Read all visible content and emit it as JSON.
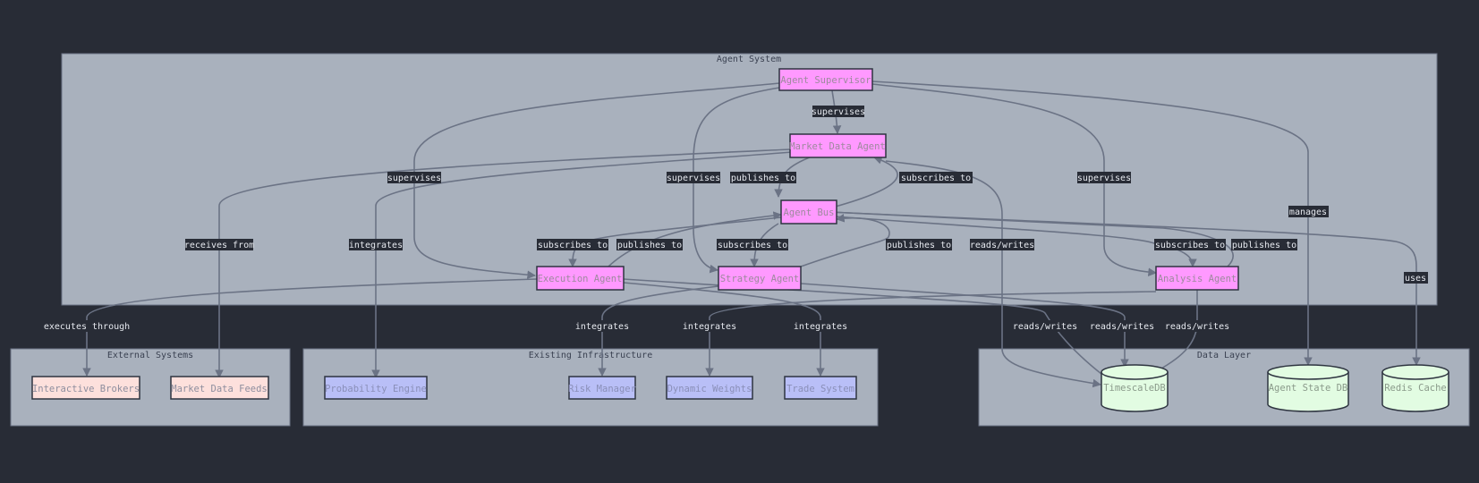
{
  "clusters": {
    "agent_system": "Agent System",
    "external_systems": "External Systems",
    "existing_infrastructure": "Existing Infrastructure",
    "data_layer": "Data Layer"
  },
  "nodes": {
    "agent_supervisor": "Agent Supervisor",
    "market_data_agent": "Market Data Agent",
    "agent_bus": "Agent Bus",
    "execution_agent": "Execution Agent",
    "strategy_agent": "Strategy Agent",
    "analysis_agent": "Analysis Agent",
    "interactive_brokers": "Interactive Brokers",
    "market_data_feeds": "Market Data Feeds",
    "probability_engine": "Probability Engine",
    "risk_manager": "Risk Manager",
    "dynamic_weights": "Dynamic Weights",
    "trade_system": "Trade System",
    "timescaledb": "TimescaleDB",
    "agent_state_db": "Agent State DB",
    "redis_cache": "Redis Cache"
  },
  "edges": {
    "sup_mda": "supervises",
    "sup_exec": "supervises",
    "sup_strat": "supervises",
    "sup_anal": "supervises",
    "sup_state": "manages",
    "mda_bus_pub": "publishes to",
    "bus_mda_sub": "subscribes to",
    "mda_feeds": "receives from",
    "mda_prob": "integrates",
    "mda_tsdb": "reads/writes",
    "bus_exec_sub": "subscribes to",
    "exec_bus_pub": "publishes to",
    "bus_strat_sub": "subscribes to",
    "strat_bus_pub": "publishes to",
    "bus_anal_sub": "subscribes to",
    "anal_bus_pub": "publishes to",
    "bus_redis": "uses",
    "exec_ib": "executes through",
    "strat_risk": "integrates",
    "anal_weights": "integrates",
    "exec_trade": "integrates",
    "exec_tsdb": "reads/writes",
    "strat_tsdb": "reads/writes",
    "anal_tsdb": "reads/writes"
  }
}
